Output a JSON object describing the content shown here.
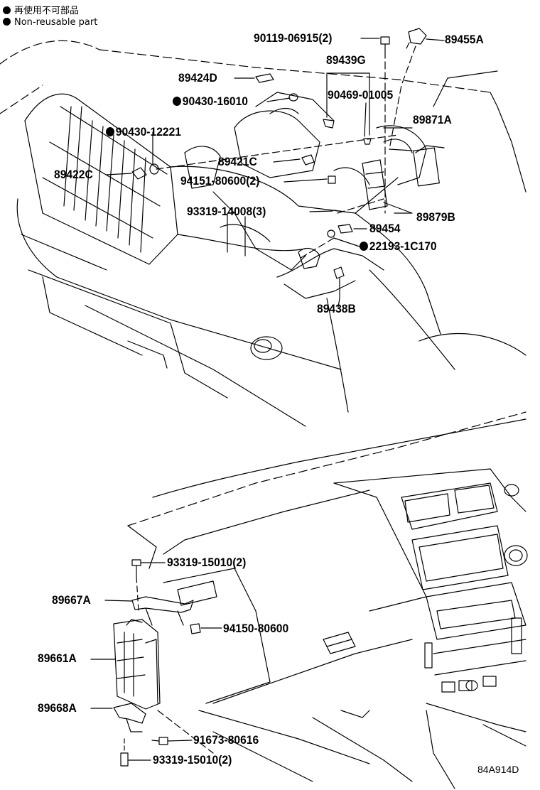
{
  "legend": {
    "jp": "再使用不可部品",
    "en": "Non-reusable part"
  },
  "parts": {
    "p90119": "90119-06915(2)",
    "p89455A": "89455A",
    "p89439G": "89439G",
    "p89424D": "89424D",
    "p90469": "90469-01005",
    "p90430_16010": "90430-16010",
    "p89871A": "89871A",
    "p90430_12221": "90430-12221",
    "p89421C": "89421C",
    "p89422C": "89422C",
    "p94151": "94151-80600(2)",
    "p93319_14008": "93319-14008(3)",
    "p89879B": "89879B",
    "p89454": "89454",
    "p22193": "22193-1C170",
    "p89438B": "89438B",
    "p93319_15010_top": "93319-15010(2)",
    "p89667A": "89667A",
    "p94150": "94150-80600",
    "p89661A": "89661A",
    "p89668A": "89668A",
    "p91673": "91673-80616",
    "p93319_15010_bot": "93319-15010(2)"
  },
  "diagram_code": "84A914D"
}
